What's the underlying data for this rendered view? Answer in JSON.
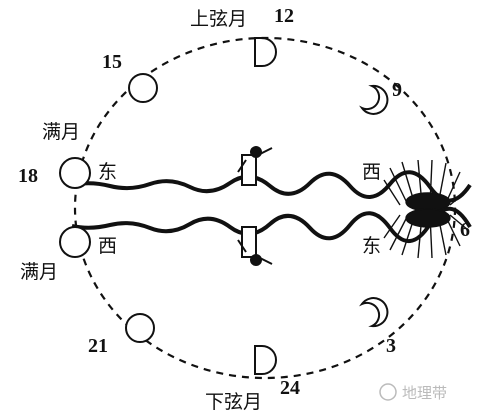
{
  "labels": {
    "first_quarter": "上弦月",
    "last_quarter": "下弦月",
    "full_moon_top": "满月",
    "full_moon_bottom": "满月",
    "east_top": "东",
    "west_top": "西",
    "west_bottom": "西",
    "east_bottom": "东"
  },
  "hours": {
    "h12": "12",
    "h9": "9",
    "h6": "6",
    "h3": "3",
    "h24": "24",
    "h21": "21",
    "h18": "18",
    "h15": "15"
  },
  "watermark": "地理带",
  "colors": {
    "ink": "#111111",
    "watermark": "#bbbbbb"
  }
}
